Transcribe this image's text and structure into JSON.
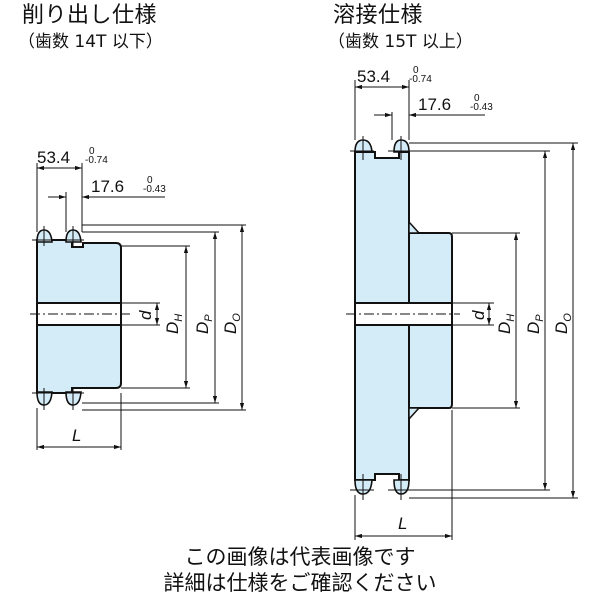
{
  "left_view": {
    "title": "削り出し仕様",
    "subtitle": "（歯数 14T 以下）",
    "dim_overall": "53.4",
    "dim_overall_tol_upper": "0",
    "dim_overall_tol_lower": "-0.74",
    "dim_tooth": "17.6",
    "dim_tooth_tol_upper": "0",
    "dim_tooth_tol_lower": "-0.43",
    "labels": {
      "bore": "d",
      "hub": "D",
      "hub_sub": "H",
      "pitch": "D",
      "pitch_sub": "P",
      "outer": "D",
      "outer_sub": "O",
      "length": "L"
    }
  },
  "right_view": {
    "title": "溶接仕様",
    "subtitle": "（歯数 15T 以上）",
    "dim_overall": "53.4",
    "dim_overall_tol_upper": "0",
    "dim_overall_tol_lower": "-0.74",
    "dim_tooth": "17.6",
    "dim_tooth_tol_upper": "0",
    "dim_tooth_tol_lower": "-0.43",
    "labels": {
      "bore": "d",
      "hub": "D",
      "hub_sub": "H",
      "pitch": "D",
      "pitch_sub": "P",
      "outer": "D",
      "outer_sub": "O",
      "length": "L"
    }
  },
  "footer": {
    "line1": "この画像は代表画像です",
    "line2": "詳細は仕様をご確認ください"
  },
  "colors": {
    "fill": "#d4ebf8",
    "line": "#111111"
  }
}
